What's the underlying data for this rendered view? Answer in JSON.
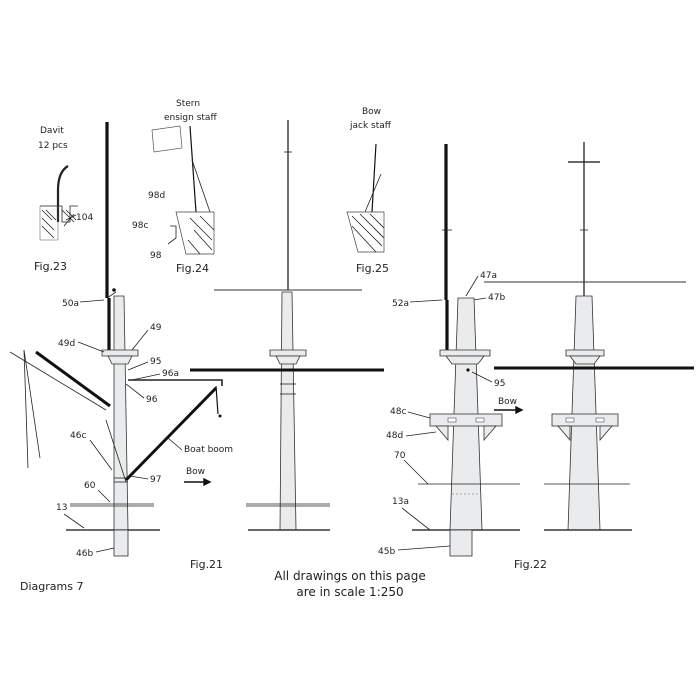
{
  "labels": {
    "davit": "Davit",
    "davit_pcs": "12 pcs",
    "p104": "104",
    "fig23": "Fig.23",
    "stern1": "Stern",
    "stern2": "ensign staff",
    "p98d": "98d",
    "p98c": "98c",
    "p98": "98",
    "fig24": "Fig.24",
    "bow1": "Bow",
    "bow2": "jack staff",
    "fig25": "Fig.25",
    "p50a": "50a",
    "p49d": "49d",
    "p49": "49",
    "p95": "95",
    "p96a": "96a",
    "p96": "96",
    "p46c": "46c",
    "boat_boom": "Boat boom",
    "p97": "97",
    "bow_arrow": "Bow",
    "p60": "60",
    "p13": "13",
    "p46b": "46b",
    "fig21": "Fig.21",
    "p47a": "47a",
    "p47b": "47b",
    "p52a": "52a",
    "p95b": "95",
    "bow_arrow2": "Bow",
    "p48c": "48c",
    "p48d": "48d",
    "p70": "70",
    "p13a": "13a",
    "p45b": "45b",
    "fig22": "Fig.22",
    "diagrams": "Diagrams 7",
    "scale1": "All drawings on this page",
    "scale2": "are in scale 1:250"
  }
}
